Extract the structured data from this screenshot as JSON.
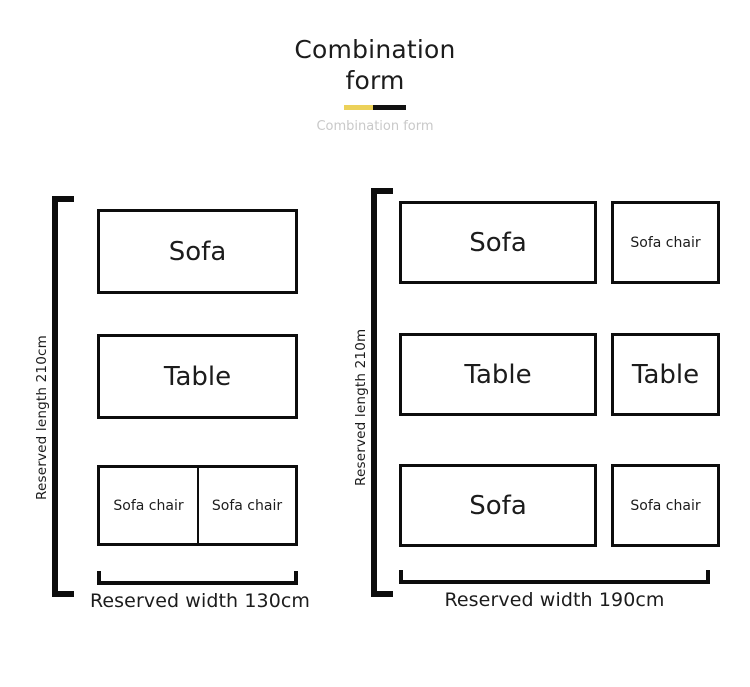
{
  "header": {
    "title": "Combination form",
    "subtitle": "Combination form",
    "divider_left_color": "#ecd159",
    "divider_right_color": "#111111"
  },
  "diagrams": [
    {
      "id": "left",
      "length_label": "Reserved length 210cm",
      "width_label": "Reserved width 130cm",
      "boxes": [
        {
          "name": "sofa",
          "label": "Sofa"
        },
        {
          "name": "table",
          "label": "Table"
        },
        {
          "name": "sofa-chair-1",
          "label": "Sofa chair"
        },
        {
          "name": "sofa-chair-2",
          "label": "Sofa chair"
        }
      ]
    },
    {
      "id": "right",
      "length_label": "Reserved length 210m",
      "width_label": "Reserved width 190cm",
      "boxes": [
        {
          "name": "sofa-top",
          "label": "Sofa"
        },
        {
          "name": "sofa-chair-top",
          "label": "Sofa chair"
        },
        {
          "name": "table-main",
          "label": "Table"
        },
        {
          "name": "table-side",
          "label": "Table"
        },
        {
          "name": "sofa-bottom",
          "label": "Sofa"
        },
        {
          "name": "sofa-chair-bottom",
          "label": "Sofa chair"
        }
      ]
    }
  ]
}
